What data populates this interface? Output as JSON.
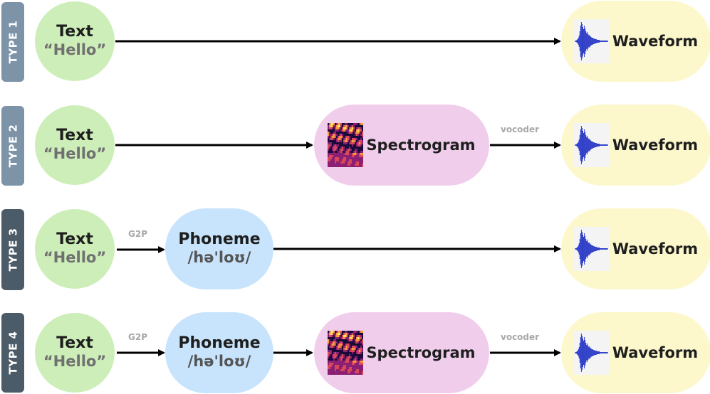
{
  "types": [
    {
      "label": "TYPE 1",
      "color": "#7c93a8"
    },
    {
      "label": "TYPE 2",
      "color": "#7c93a8"
    },
    {
      "label": "TYPE 3",
      "color": "#4c5b68"
    },
    {
      "label": "TYPE 4",
      "color": "#4c5b68"
    }
  ],
  "text_node": {
    "title": "Text",
    "example": "“Hello”"
  },
  "phoneme_node": {
    "title": "Phoneme",
    "example": "/hə'loʊ/"
  },
  "spectrogram_node": {
    "title": "Spectrogram"
  },
  "waveform_node": {
    "title": "Waveform"
  },
  "edge_labels": {
    "g2p": "G2P",
    "vocoder": "vocoder"
  },
  "colors": {
    "text_bg": "#cdeeb9",
    "phoneme_bg": "#c8e4fc",
    "spectrogram_bg": "#f1cdec",
    "waveform_bg": "#fcf8cc",
    "arrow": "#000000"
  }
}
